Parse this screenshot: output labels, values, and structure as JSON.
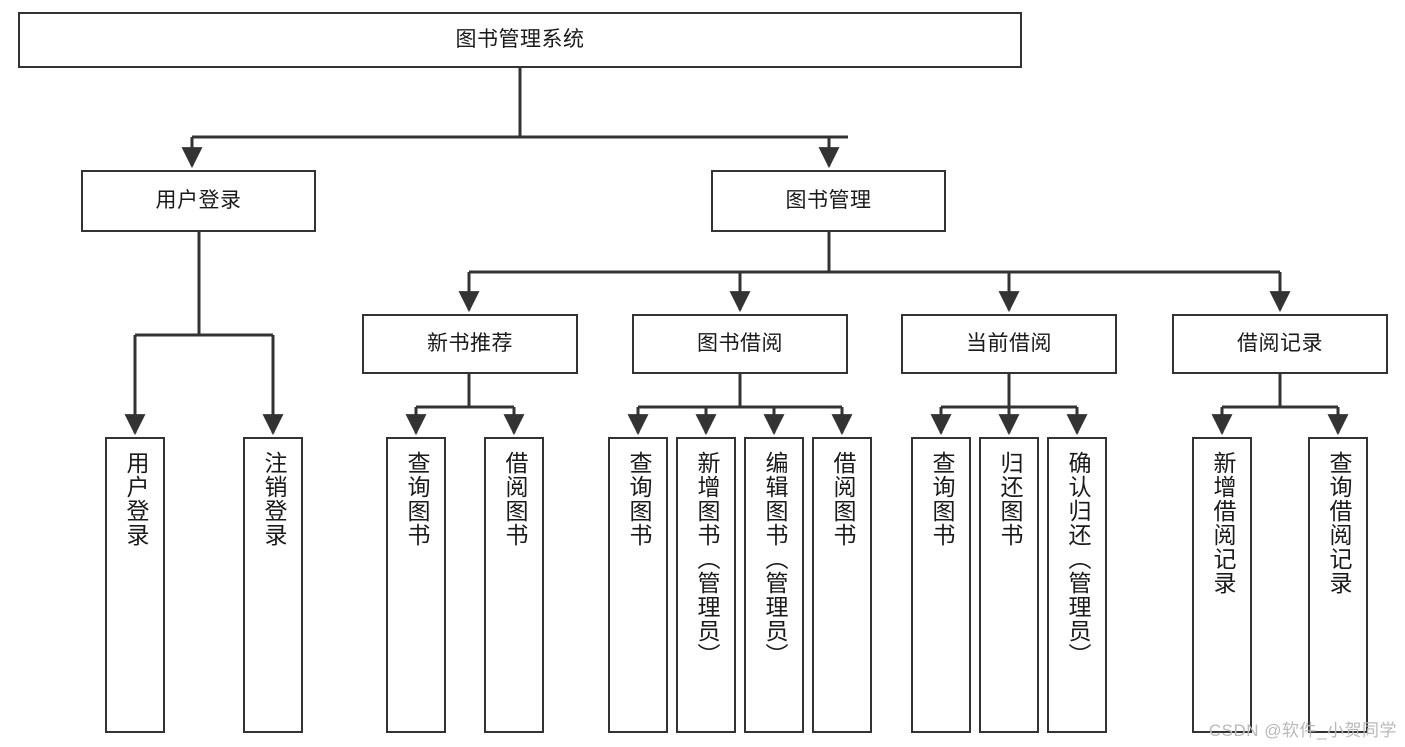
{
  "diagram": {
    "title": "图书管理系统",
    "type": "tree-hierarchy-chart",
    "stroke_color": "#333333",
    "fill_color": "#ffffff",
    "background_color": "#ffffff",
    "nodes": {
      "root": {
        "label": "图书管理系统"
      },
      "level2": [
        {
          "label": "用户登录"
        },
        {
          "label": "图书管理"
        }
      ],
      "level3": [
        {
          "label": "新书推荐"
        },
        {
          "label": "图书借阅"
        },
        {
          "label": "当前借阅"
        },
        {
          "label": "借阅记录"
        }
      ],
      "leaves": [
        {
          "label": "用户登录"
        },
        {
          "label": "注销登录"
        },
        {
          "label": "查询图书"
        },
        {
          "label": "借阅图书"
        },
        {
          "label": "查询图书"
        },
        {
          "label": "新增图书（管理员）"
        },
        {
          "label": "编辑图书（管理员）"
        },
        {
          "label": "借阅图书"
        },
        {
          "label": "查询图书"
        },
        {
          "label": "归还图书"
        },
        {
          "label": "确认归还（管理员）"
        },
        {
          "label": "新增借阅记录"
        },
        {
          "label": "查询借阅记录"
        }
      ]
    }
  },
  "watermark": {
    "text": "CSDN @软件_小贺同学"
  }
}
